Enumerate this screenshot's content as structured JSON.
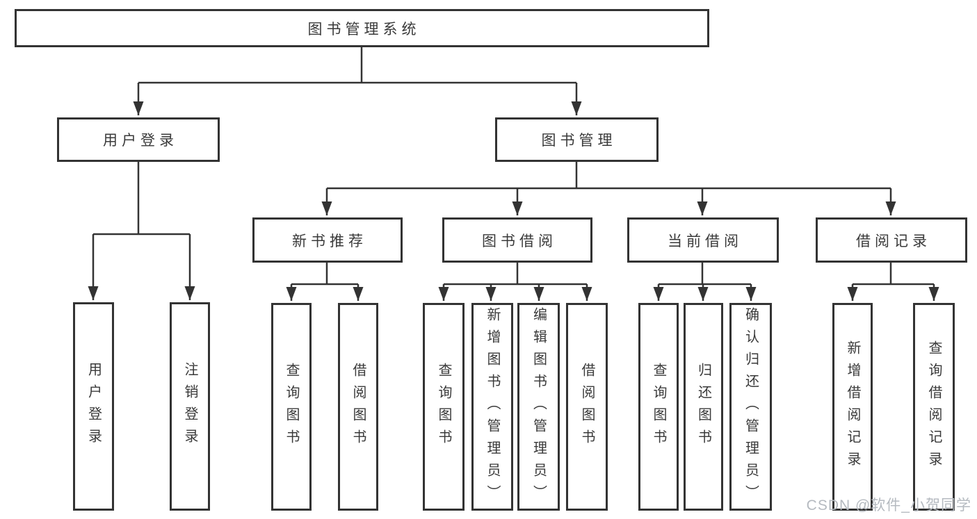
{
  "colors": {
    "line": "#333333",
    "text": "#3a3a3a",
    "background": "#ffffff",
    "watermark": "#b5bac0"
  },
  "watermark": "CSDN @软件_小贺同学",
  "tree": {
    "root": "图书管理系统",
    "branches": [
      {
        "label": "用户登录",
        "children": [
          "用户登录",
          "注销登录"
        ]
      },
      {
        "label": "图书管理",
        "sections": [
          {
            "label": "新书推荐",
            "children": [
              "查询图书",
              "借阅图书"
            ]
          },
          {
            "label": "图书借阅",
            "children": [
              "查询图书",
              "新增图书（管理员）",
              "编辑图书（管理员）",
              "借阅图书"
            ]
          },
          {
            "label": "当前借阅",
            "children": [
              "查询图书",
              "归还图书",
              "确认归还（管理员）"
            ]
          },
          {
            "label": "借阅记录",
            "children": [
              "新增借阅记录",
              "查询借阅记录"
            ]
          }
        ]
      }
    ]
  }
}
